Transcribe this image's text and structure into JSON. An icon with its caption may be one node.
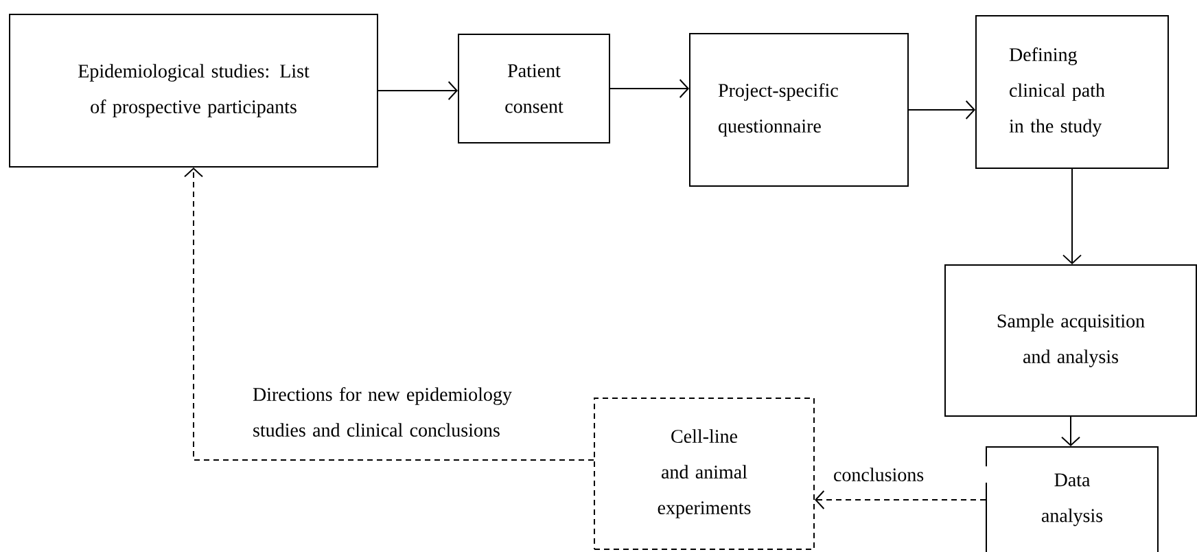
{
  "diagram": {
    "nodes": [
      {
        "text": [
          "Epidemiological studies: List of prospective participants"
        ]
      },
      {
        "text": [
          "Patient consent"
        ]
      },
      {
        "text": [
          "Project-specific questionnaire"
        ]
      },
      {
        "text": [
          "Defining clinical path in the study"
        ]
      },
      {
        "text": [
          "Sample acquisition and analysis"
        ]
      },
      {
        "text": [
          "Data analysis"
        ]
      },
      {
        "text": [
          "Cell-line and animal experiments"
        ]
      }
    ],
    "edges": [
      {
        "from": 0,
        "to": 1,
        "arrow": "to"
      },
      {
        "from": 1,
        "to": 2,
        "arrow": "to"
      },
      {
        "from": 2,
        "to": 3,
        "arrow": "to"
      },
      {
        "from": 3,
        "to": 4,
        "arrow": "to"
      },
      {
        "from": 4,
        "to": 5,
        "arrow": "to"
      },
      {
        "from": 5,
        "to": 6,
        "arrow": "to",
        "style": "dashed",
        "label": "conclusions"
      },
      {
        "from": 6,
        "to": 0,
        "arrow": "to",
        "style": "dashed",
        "label": "Directions for new epidemiology studies and clinical conclusions"
      }
    ]
  }
}
